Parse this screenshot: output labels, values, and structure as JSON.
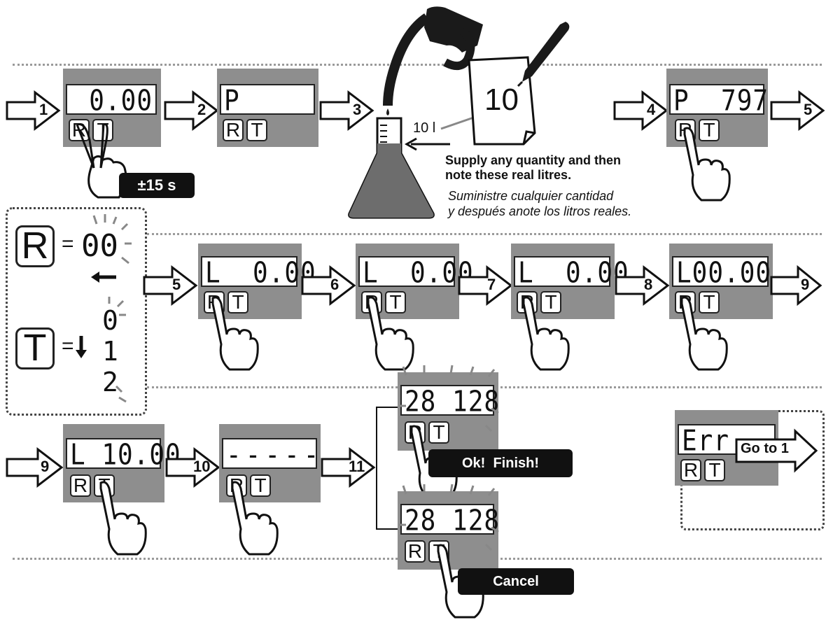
{
  "steps": [
    "1",
    "2",
    "3",
    "4",
    "5",
    "5",
    "6",
    "7",
    "8",
    "9",
    "9",
    "10",
    "11"
  ],
  "buttons": {
    "r": "R",
    "t": "T"
  },
  "displays": {
    "s1": "0.00",
    "s2": "P",
    "s4": "P  797",
    "s5": "L  0.00",
    "s6": "L  0.00",
    "s7": "L  0.00",
    "s8": "L00.00",
    "s9": "L 10.00",
    "s10": "-----",
    "s11a": "28 128",
    "s11b": "28 128",
    "err": "Err"
  },
  "timer_label": "±15 s",
  "beaker_label": "10 l",
  "paper_value": "10",
  "instruction_en": [
    "Supply any quantity and then",
    "note these real litres."
  ],
  "instruction_es": [
    "Suministre cualquier cantidad",
    "y después anote los litros reales."
  ],
  "legend": {
    "r_label": "R",
    "r_eq": "=",
    "r_digits": "00",
    "t_label": "T",
    "t_eq": "=",
    "t_digits": [
      "0",
      "1",
      "2"
    ]
  },
  "ok_label": "Ok!  Finish!",
  "cancel_label": "Cancel",
  "goto_label": "Go to 1"
}
